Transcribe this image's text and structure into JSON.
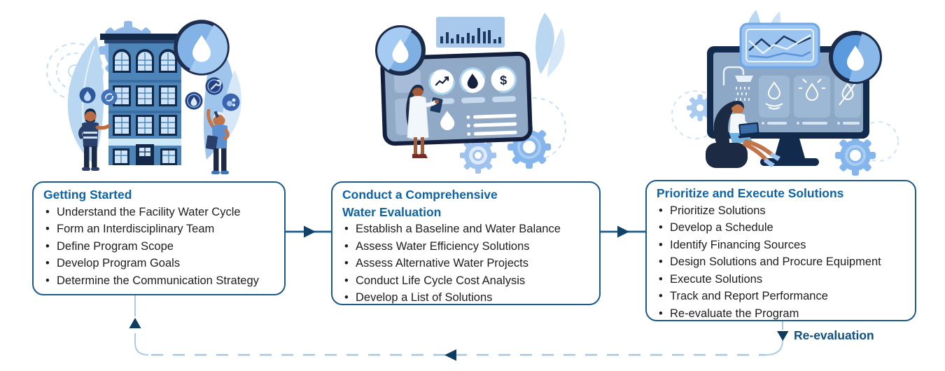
{
  "colors": {
    "box_border": "#1b5a8c",
    "step_title_blue": "#0e63a4",
    "body_text": "#1d1d1d",
    "arrow_line": "#1b5e8e",
    "arrowhead_navy": "#0d3c61",
    "dashed_loop": "#a9c6dc",
    "illustration_navy": "#13294a",
    "illustration_mid_blue": "#4e85b8",
    "illustration_light_blue": "#b9d7f1"
  },
  "steps": [
    {
      "title": "Getting Started",
      "title_lines": [
        "Getting Started"
      ],
      "bullets": [
        "Understand the Facility Water Cycle",
        "Form an Interdisciplinary Team",
        "Define Program Scope",
        "Develop Program Goals",
        "Determine the Communication Strategy"
      ],
      "illustration": "building-with-two-engineers-water-drop-badge"
    },
    {
      "title": "Conduct a Comprehensive Water Evaluation",
      "title_lines": [
        "Conduct a Comprehensive",
        "Water Evaluation"
      ],
      "bullets": [
        "Establish a Baseline and Water Balance",
        "Assess Water Efficiency Solutions",
        "Assess Alternative Water Projects",
        "Conduct Life Cycle Cost Analysis",
        "Develop a List of Solutions"
      ],
      "illustration": "analyst-with-metrics-dashboard-tablet"
    },
    {
      "title": "Prioritize and Execute Solutions",
      "title_lines": [
        "Prioritize and Execute Solutions"
      ],
      "bullets": [
        "Prioritize Solutions",
        "Develop a Schedule",
        "Identify Financing Sources",
        "Design Solutions and Procure Equipment",
        "Execute Solutions",
        "Track and Report Performance",
        "Re-evaluate the Program"
      ],
      "illustration": "woman-with-laptop-monitor-water-solutions"
    }
  ],
  "feedback": {
    "label": "Re-evaluation"
  },
  "icons": {
    "dollar_glyph": "$"
  }
}
